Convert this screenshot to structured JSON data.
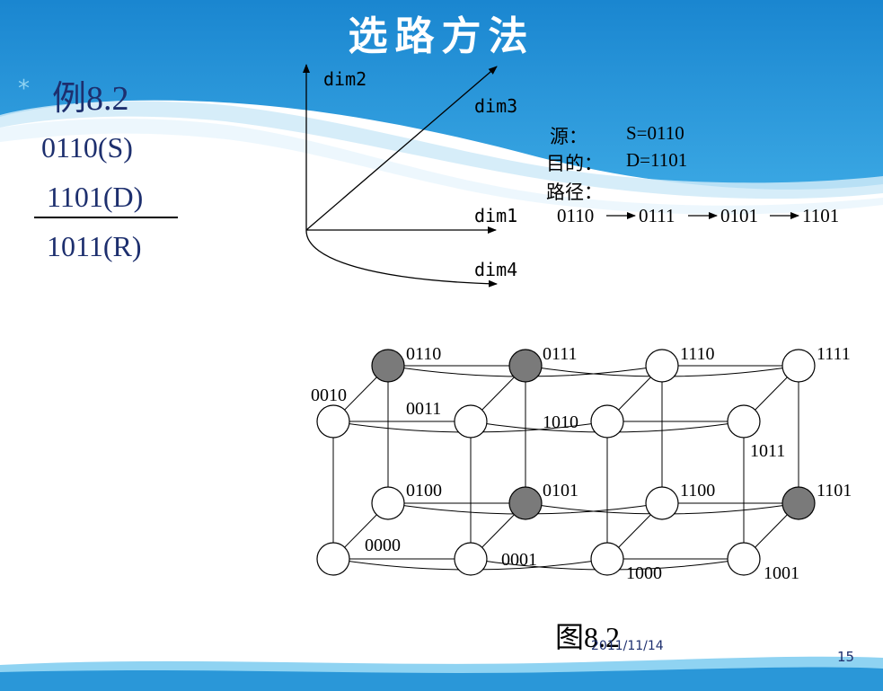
{
  "slide": {
    "title": "选路方法",
    "bullet": "*",
    "example": "例8.2",
    "source_bin": "0110(S)",
    "dest_bin": "1101(D)",
    "result_bin": "1011(R)",
    "date": "2011/11/14",
    "page_number": "15"
  },
  "axes_diagram": {
    "dim1": "dim1",
    "dim2": "dim2",
    "dim3": "dim3",
    "dim4": "dim4"
  },
  "route_info": {
    "source_label": "源：",
    "source_value": "S=0110",
    "dest_label": "目的：",
    "dest_value": "D=1101",
    "path_label": "路径：",
    "path": [
      "0110",
      "0111",
      "0101",
      "1101"
    ]
  },
  "hypercube": {
    "caption": "图8.2",
    "nodes": [
      {
        "id": "0110",
        "label": "0110",
        "on_path": true
      },
      {
        "id": "0111",
        "label": "0111",
        "on_path": true
      },
      {
        "id": "1110",
        "label": "1110",
        "on_path": false
      },
      {
        "id": "1111",
        "label": "1111",
        "on_path": false
      },
      {
        "id": "0010",
        "label": "0010",
        "on_path": false
      },
      {
        "id": "0011",
        "label": "0011",
        "on_path": false
      },
      {
        "id": "1010",
        "label": "1010",
        "on_path": false
      },
      {
        "id": "1011",
        "label": "1011",
        "on_path": false
      },
      {
        "id": "0100",
        "label": "0100",
        "on_path": false
      },
      {
        "id": "0101",
        "label": "0101",
        "on_path": true
      },
      {
        "id": "1100",
        "label": "1100",
        "on_path": false
      },
      {
        "id": "1101",
        "label": "1101",
        "on_path": true
      },
      {
        "id": "0000",
        "label": "0000",
        "on_path": false
      },
      {
        "id": "0001",
        "label": "0001",
        "on_path": false
      },
      {
        "id": "1000",
        "label": "1000",
        "on_path": false
      },
      {
        "id": "1001",
        "label": "1001",
        "on_path": false
      }
    ],
    "colors": {
      "on_path_fill": "#7a7a7a",
      "default_fill": "#ffffff"
    }
  }
}
